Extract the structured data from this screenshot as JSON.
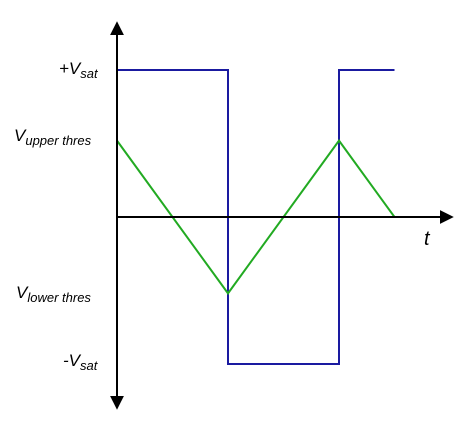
{
  "labels": {
    "v_sat_pos_prefix": "+V",
    "v_sat_pos_sub": "sat",
    "v_upper_main": "V",
    "v_upper_sub": "upper thres",
    "v_lower_main": "V",
    "v_lower_sub": "lower thres",
    "v_sat_neg_prefix": "-V",
    "v_sat_neg_sub": "sat",
    "time_axis": "t"
  },
  "colors": {
    "square_wave": "#1a1aa0",
    "triangle_wave": "#22aa22",
    "axis": "#000000"
  },
  "waveforms": {
    "levels": {
      "v_sat_pos": 1.0,
      "v_upper_thres": 0.52,
      "v_lower_thres": -0.52,
      "v_sat_neg": -1.0
    },
    "square": [
      {
        "t": 0,
        "v": 1.0
      },
      {
        "t": 1,
        "v": 1.0
      },
      {
        "t": 1,
        "v": -1.0
      },
      {
        "t": 2,
        "v": -1.0
      },
      {
        "t": 2,
        "v": 1.0
      },
      {
        "t": 2.5,
        "v": 1.0
      }
    ],
    "triangle": [
      {
        "t": 0,
        "v": 0.52
      },
      {
        "t": 1,
        "v": -0.52
      },
      {
        "t": 2,
        "v": 0.52
      },
      {
        "t": 2.5,
        "v": 0.0
      }
    ]
  }
}
